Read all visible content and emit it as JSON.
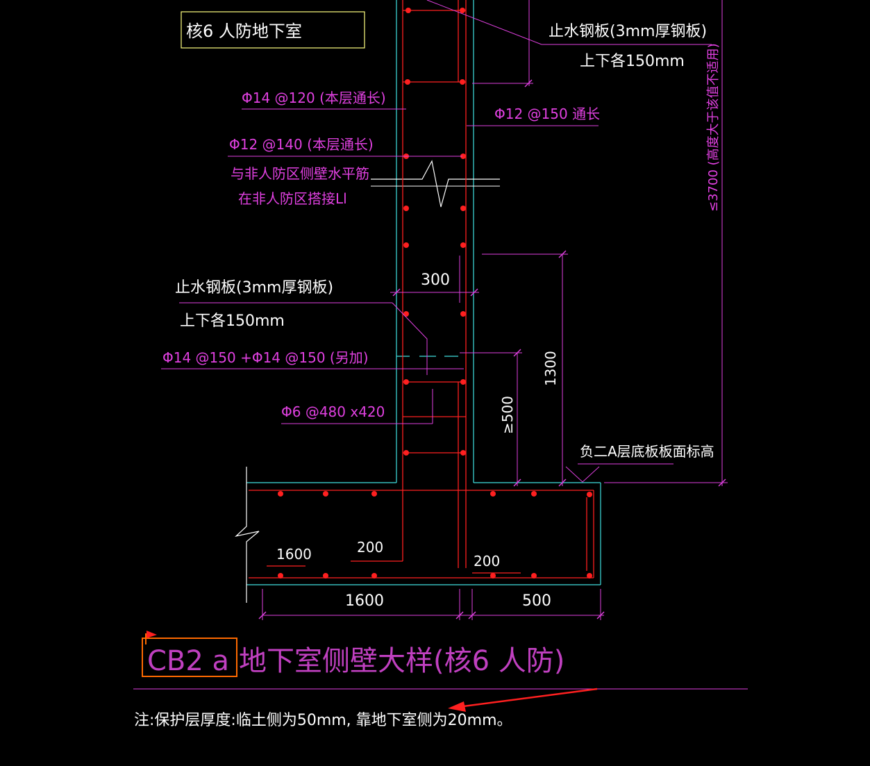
{
  "title_box": {
    "label": "核6 人防地下室"
  },
  "labels": {
    "waterstop_top_1": "止水钢板(3mm厚钢板)",
    "waterstop_top_2": "上下各150mm",
    "rebar_outer": "Φ14 @120 (本层通长)",
    "rebar_inner": "Φ12 @150 通长",
    "rebar_horiz": "Φ12 @140 (本层通长)",
    "lap_note_1": "与非人防区侧壁水平筋",
    "lap_note_2": "在非人防区搭接Ll",
    "vertical_dim": "≤3700 (高度大于该值不适用)",
    "dim_300": "300",
    "waterstop_mid_1": "止水钢板(3mm厚钢板)",
    "waterstop_mid_2": "上下各150mm",
    "rebar_added": "Φ14 @150 +Φ14 @150 (另加)",
    "dim_1300": "1300",
    "tie_bar": "Φ6 @480 x420",
    "dim_500_vert": "≥500",
    "slab_level": "负二A层底板板面标高",
    "dim_1600_inner": "1600",
    "dim_200_left": "200",
    "dim_200_right": "200",
    "dim_1600_bottom": "1600",
    "dim_500_bottom": "500"
  },
  "drawing_title": {
    "code": "CB2 a",
    "name": "地下室侧壁大样(核6 人防)"
  },
  "note": "注:保护层厚度:临土侧为50mm, 靠地下室侧为20mm。",
  "colors": {
    "background": "#000000",
    "concrete_outline": "#40e0e0",
    "rebar": "#ff2020",
    "dimension": "#e040e0",
    "text": "#ffffff",
    "title_box_border": "#ffff80",
    "highlight_box": "#ff6a00",
    "arrow": "#ff2020"
  }
}
